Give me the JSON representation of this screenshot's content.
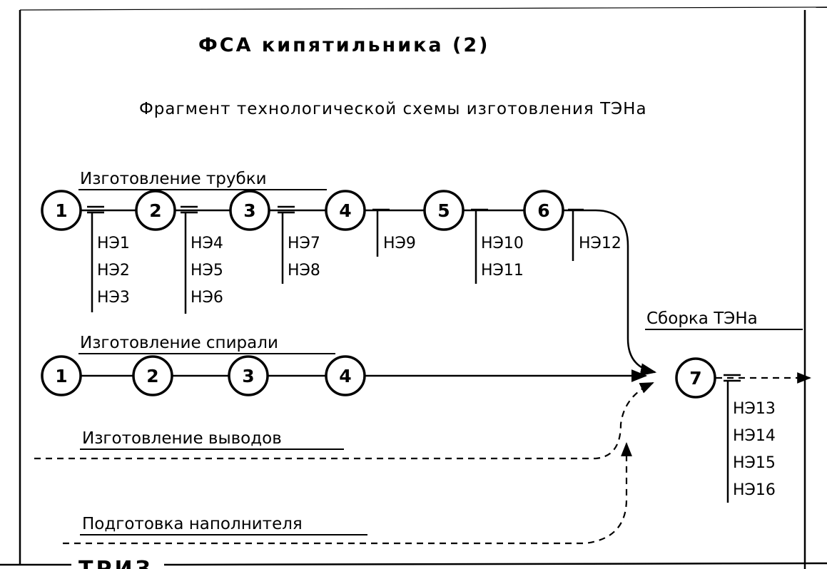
{
  "title": "ФСА кипятильника (2)",
  "subtitle": "Фрагмент технологической схемы изготовления ТЭНа",
  "tube": {
    "label": "Изготовление трубки",
    "nodes": [
      "1",
      "2",
      "3",
      "4",
      "5",
      "6"
    ],
    "groups": [
      [
        "НЭ1",
        "НЭ2",
        "НЭ3"
      ],
      [
        "НЭ4",
        "НЭ5",
        "НЭ6"
      ],
      [
        "НЭ7",
        "НЭ8"
      ],
      [
        "НЭ9"
      ],
      [
        "НЭ10",
        "НЭ11"
      ],
      [
        "НЭ12"
      ]
    ]
  },
  "spiral": {
    "label": "Изготовление спирали",
    "nodes": [
      "1",
      "2",
      "3",
      "4"
    ]
  },
  "leads": {
    "label": "Изготовление выводов"
  },
  "filler": {
    "label": "Подготовка наполнителя"
  },
  "assembly": {
    "label": "Сборка ТЭНа",
    "node": "7",
    "group": [
      "НЭ13",
      "НЭ14",
      "НЭ15",
      "НЭ16"
    ]
  },
  "footer": {
    "fragment": "ТРИЗ"
  }
}
